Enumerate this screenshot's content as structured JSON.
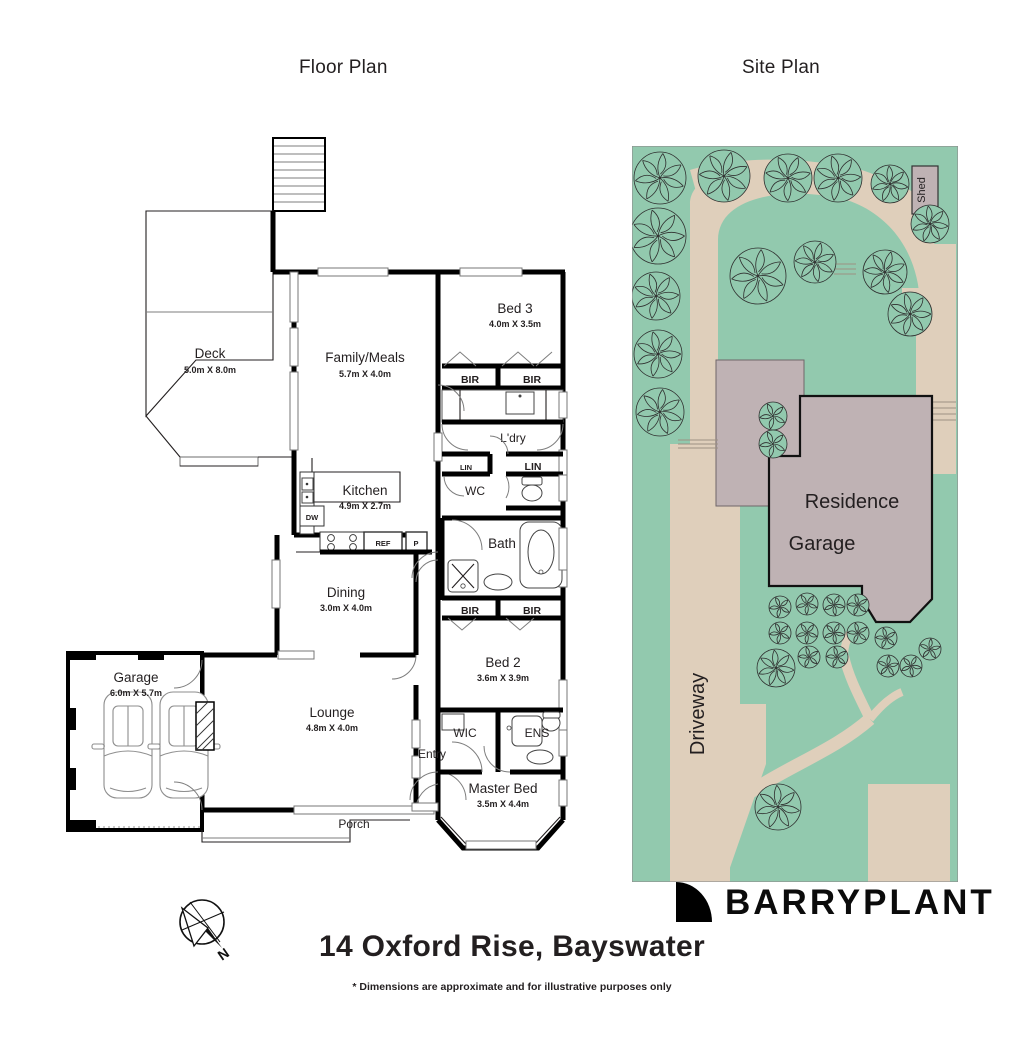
{
  "headings": {
    "floor_plan": "Floor Plan",
    "site_plan": "Site Plan"
  },
  "floor_plan": {
    "rooms": [
      {
        "name": "Deck",
        "dim": "5.0m X 8.0m"
      },
      {
        "name": "Family/Meals",
        "dim": "5.7m X 4.0m"
      },
      {
        "name": "Bed 3",
        "dim": "4.0m X 3.5m"
      },
      {
        "name": "Kitchen",
        "dim": "4.9m X 2.7m"
      },
      {
        "name": "Dining",
        "dim": "3.0m X 4.0m"
      },
      {
        "name": "Bed 2",
        "dim": "3.6m X 3.9m"
      },
      {
        "name": "Garage",
        "dim": "6.0m X 5.7m"
      },
      {
        "name": "Lounge",
        "dim": "4.8m X 4.0m"
      },
      {
        "name": "Master Bed",
        "dim": "3.5m X 4.4m"
      }
    ],
    "unlabelled_rooms": [
      {
        "name": "L'dry"
      },
      {
        "name": "WC"
      },
      {
        "name": "Bath"
      },
      {
        "name": "WIC"
      },
      {
        "name": "ENS"
      },
      {
        "name": "Entry"
      },
      {
        "name": "Porch"
      }
    ],
    "fixtures": [
      {
        "name": "BIR"
      },
      {
        "name": "BIR"
      },
      {
        "name": "BIR"
      },
      {
        "name": "BIR"
      },
      {
        "name": "LIN"
      },
      {
        "name": "LIN"
      },
      {
        "name": "DW"
      },
      {
        "name": "REF"
      },
      {
        "name": "P"
      }
    ],
    "labels": {
      "deck": "Deck",
      "deck_dim": "5.0m X 8.0m",
      "family": "Family/Meals",
      "family_dim": "5.7m X 4.0m",
      "bed3": "Bed 3",
      "bed3_dim": "4.0m X 3.5m",
      "kitchen": "Kitchen",
      "kitchen_dim": "4.9m X 2.7m",
      "dining": "Dining",
      "dining_dim": "3.0m X 4.0m",
      "bed2": "Bed 2",
      "bed2_dim": "3.6m X 3.9m",
      "garage": "Garage",
      "garage_dim": "6.0m X 5.7m",
      "lounge": "Lounge",
      "lounge_dim": "4.8m X 4.0m",
      "master": "Master Bed",
      "master_dim": "3.5m X 4.4m",
      "ldry": "L'dry",
      "wc": "WC",
      "bath": "Bath",
      "wic": "WIC",
      "ens": "ENS",
      "entry": "Entry",
      "porch": "Porch",
      "bir1": "BIR",
      "bir2": "BIR",
      "bir3": "BIR",
      "bir4": "BIR",
      "lin1": "LIN",
      "lin2": "LIN",
      "dw": "DW",
      "ref": "REF",
      "p": "P"
    }
  },
  "site_plan": {
    "labels": {
      "residence": "Residence",
      "garage": "Garage",
      "driveway": "Driveway",
      "shed": "Shed"
    }
  },
  "compass": {
    "north_label": "N"
  },
  "footer": {
    "brand": "BARRYPLANT",
    "address": "14 Oxford Rise, Bayswater",
    "disclaimer": "* Dimensions are approximate and for illustrative purposes only"
  },
  "colors": {
    "grass": "#92c9ae",
    "path": "#dfcfbb",
    "building": "#bfb2b4",
    "ink": "#231f20",
    "wall": "#000000"
  }
}
